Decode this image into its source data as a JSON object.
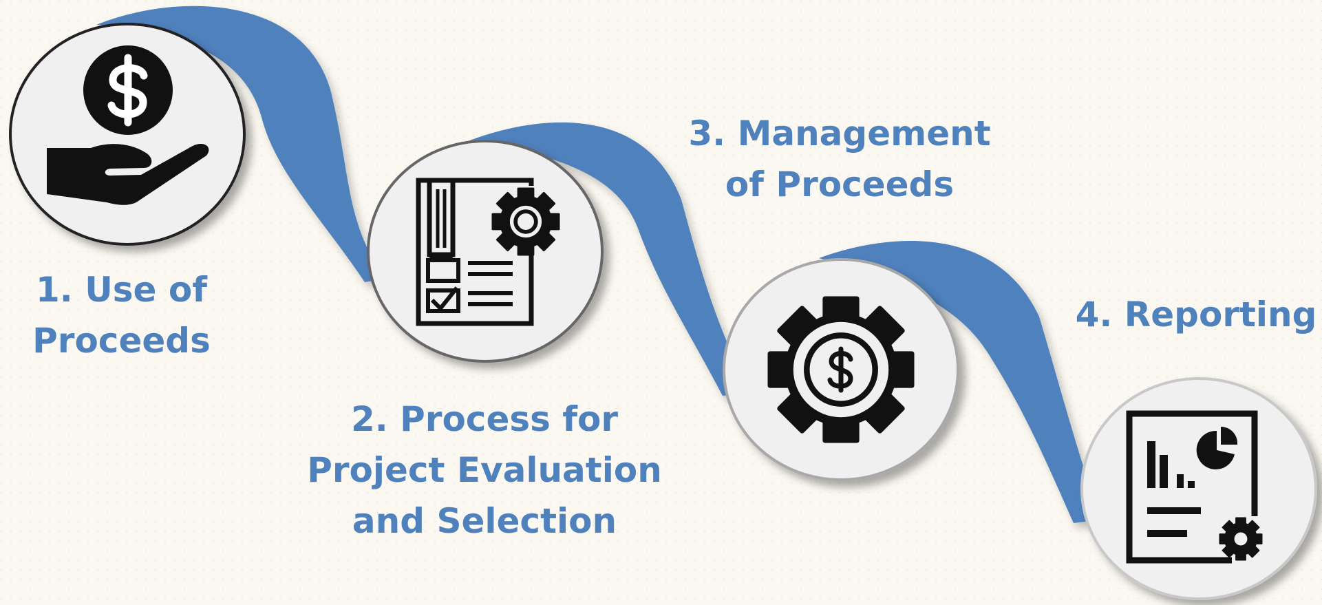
{
  "colors": {
    "background": "#fbf8f1",
    "ribbon": "#4f81bd",
    "label": "#4f81bd",
    "circle_fill": "#f0f0f0",
    "icon": "#111111"
  },
  "steps": [
    {
      "lines": [
        "1. Use of",
        "Proceeds"
      ],
      "icon": "hand-holding-dollar-icon"
    },
    {
      "lines": [
        "2. Process for",
        "Project Evaluation",
        "and Selection"
      ],
      "icon": "checklist-gear-icon"
    },
    {
      "lines": [
        "3. Management",
        "of Proceeds"
      ],
      "icon": "dollar-gear-icon"
    },
    {
      "lines": [
        "4. Reporting"
      ],
      "icon": "report-chart-gear-icon"
    }
  ]
}
